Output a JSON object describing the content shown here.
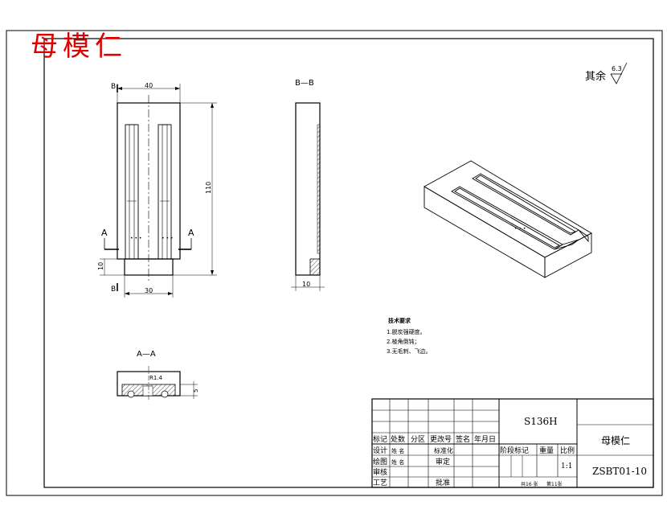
{
  "watermark": "母模仁",
  "surface_note": {
    "label": "其余",
    "roughness": "6.3"
  },
  "views": {
    "front": {
      "section_marks": [
        "B",
        "B",
        "A",
        "A"
      ],
      "dims": {
        "width_top": "40",
        "height": "110",
        "base_height": "10",
        "width_bottom": "30"
      }
    },
    "side": {
      "title": "B—B",
      "dim_bottom": "10"
    },
    "section_a": {
      "title": "A—A",
      "radius": "R1.4",
      "depth": "5"
    }
  },
  "tech_requirements": {
    "title": "技术要求",
    "items": [
      "1.脱炭强硬度。",
      "2.棱角倒钝；",
      "3.无毛刺、飞边。"
    ]
  },
  "title_block": {
    "part_code": "S136H",
    "part_name": "母模仁",
    "drawing_no": "ZSBT01-10",
    "scale": "1:1",
    "header_cells": [
      "标记",
      "处数",
      "分区",
      "更改号",
      "签名",
      "年月日"
    ],
    "row_design": [
      "设计",
      "姓 名",
      "标准化"
    ],
    "row_draw": [
      "绘图",
      "姓 名",
      "审定"
    ],
    "row_check": [
      "审核"
    ],
    "row_process": [
      "工艺",
      "批准"
    ],
    "stage_labels": [
      "阶段标记",
      "重量",
      "比例"
    ],
    "sheet_info": [
      "共16 张",
      "第11张"
    ]
  }
}
